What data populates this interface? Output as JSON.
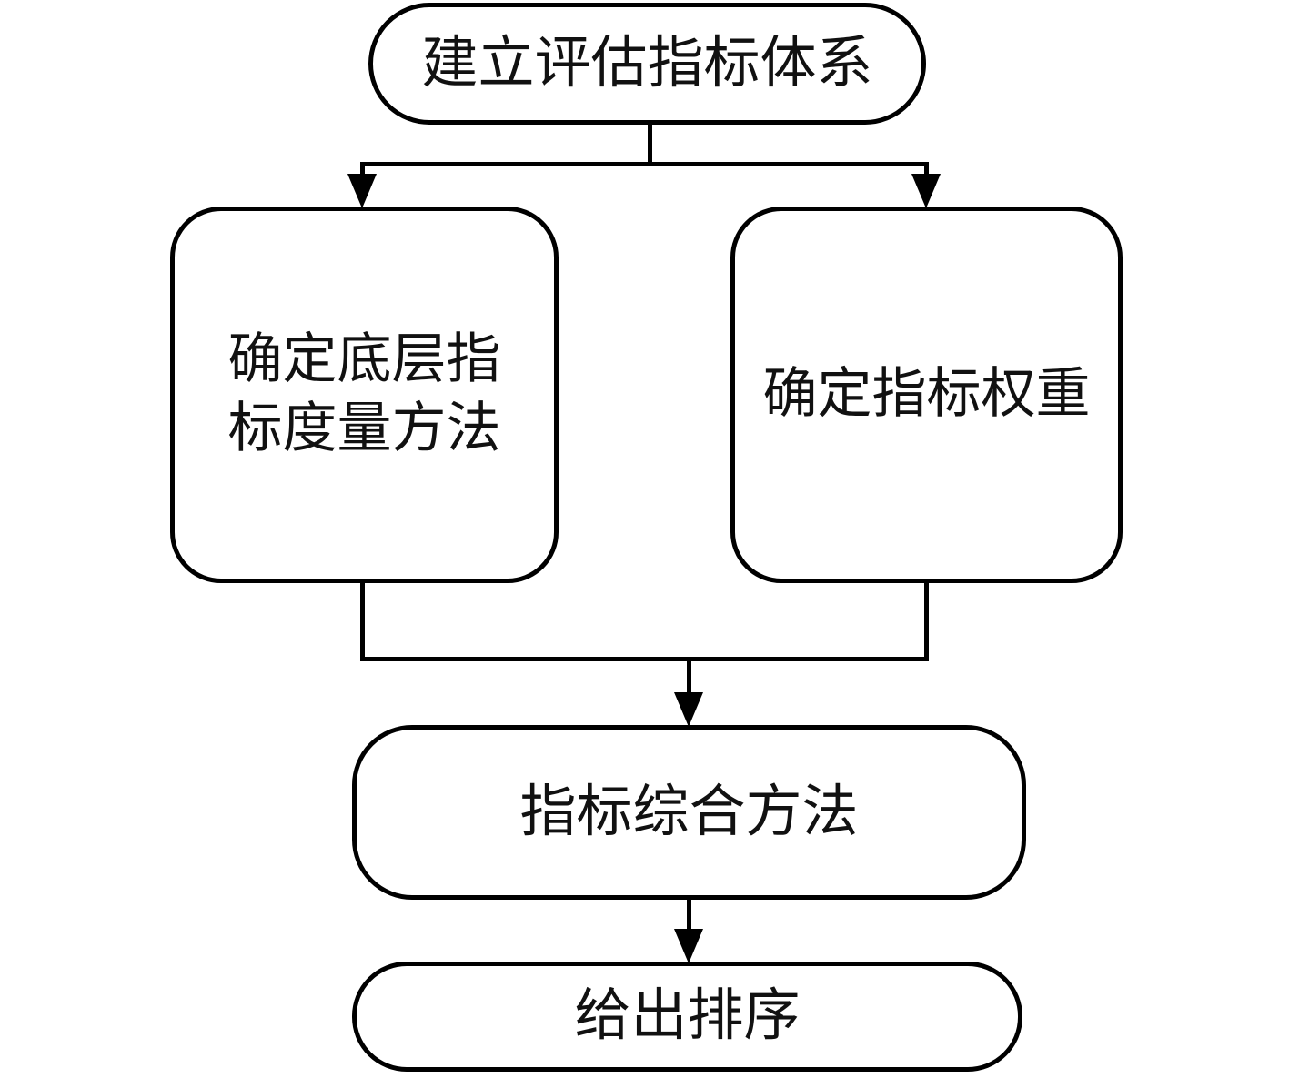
{
  "diagram": {
    "type": "flowchart",
    "background_color": "#ffffff",
    "stroke_color": "#000000",
    "text_color": "#111111",
    "nodes": {
      "top": {
        "label": "建立评估指标体系",
        "shape": "stadium"
      },
      "left": {
        "label": "确定底层指标度量方法",
        "line1": "确定底层指",
        "line2": "标度量方法",
        "shape": "rounded-rectangle"
      },
      "right": {
        "label": "确定指标权重",
        "shape": "rounded-rectangle"
      },
      "combine": {
        "label": "指标综合方法",
        "shape": "stadium"
      },
      "result": {
        "label": "给出排序",
        "shape": "stadium"
      }
    },
    "edges": [
      {
        "from": "建立评估指标体系",
        "to": "确定底层指标度量方法",
        "arrow": true
      },
      {
        "from": "建立评估指标体系",
        "to": "确定指标权重",
        "arrow": true
      },
      {
        "from": "确定底层指标度量方法",
        "to": "指标综合方法",
        "arrow": true,
        "merged": true
      },
      {
        "from": "确定指标权重",
        "to": "指标综合方法",
        "arrow": true,
        "merged": true
      },
      {
        "from": "指标综合方法",
        "to": "给出排序",
        "arrow": true
      }
    ]
  }
}
